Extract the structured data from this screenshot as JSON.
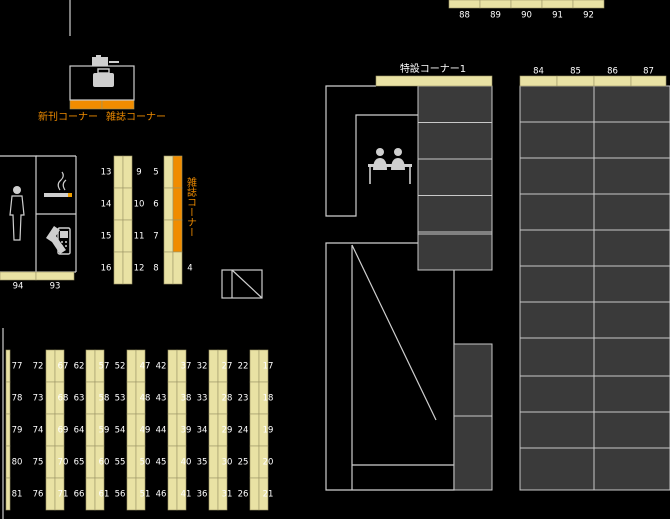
{
  "colors": {
    "background": "#000000",
    "shelf": "#e9e2a4",
    "shelf_stroke": "#9c9566",
    "accent": "#f08c00",
    "wall": "#cfcfcf",
    "bay": "#3a3a3a",
    "bay_stroke": "#c8c8c8",
    "text": "#ffffff",
    "icon": "#cfcfcf"
  },
  "labels": {
    "new_books_corner": "新刊コーナー",
    "magazine_corner": "雑誌コーナー",
    "special_corner_1": "特設コーナー1",
    "magazine_corner_vertical": "雑誌コーナー"
  },
  "icons": {
    "counter": "register-counter-icon",
    "restroom": "restroom-icon",
    "smoking": "smoking-icon",
    "phone": "phone-icon",
    "meeting": "people-table-icon"
  },
  "shelves": {
    "top_right": [
      "88",
      "89",
      "90",
      "91",
      "92"
    ],
    "right_top": [
      "84",
      "85",
      "86",
      "87"
    ],
    "left_bottom": [
      "94",
      "93"
    ],
    "center_left_column": [
      "13",
      "14",
      "15",
      "16"
    ],
    "center_right_column": [
      "9",
      "10",
      "11",
      "12"
    ],
    "magazine_left_column": [
      "5",
      "6",
      "7",
      "8"
    ],
    "magazine_extra": [
      "4"
    ],
    "bottom_rows": [
      [
        "77",
        "72",
        "67",
        "62",
        "57",
        "52",
        "47",
        "42",
        "37",
        "32",
        "27",
        "22",
        "17"
      ],
      [
        "78",
        "73",
        "68",
        "63",
        "58",
        "53",
        "48",
        "43",
        "38",
        "33",
        "28",
        "23",
        "18"
      ],
      [
        "79",
        "74",
        "69",
        "64",
        "59",
        "54",
        "49",
        "44",
        "39",
        "34",
        "29",
        "24",
        "19"
      ],
      [
        "80",
        "75",
        "70",
        "65",
        "60",
        "55",
        "50",
        "45",
        "40",
        "35",
        "30",
        "25",
        "20"
      ],
      [
        "81",
        "76",
        "71",
        "66",
        "61",
        "56",
        "51",
        "46",
        "41",
        "36",
        "31",
        "26",
        "21"
      ]
    ]
  }
}
